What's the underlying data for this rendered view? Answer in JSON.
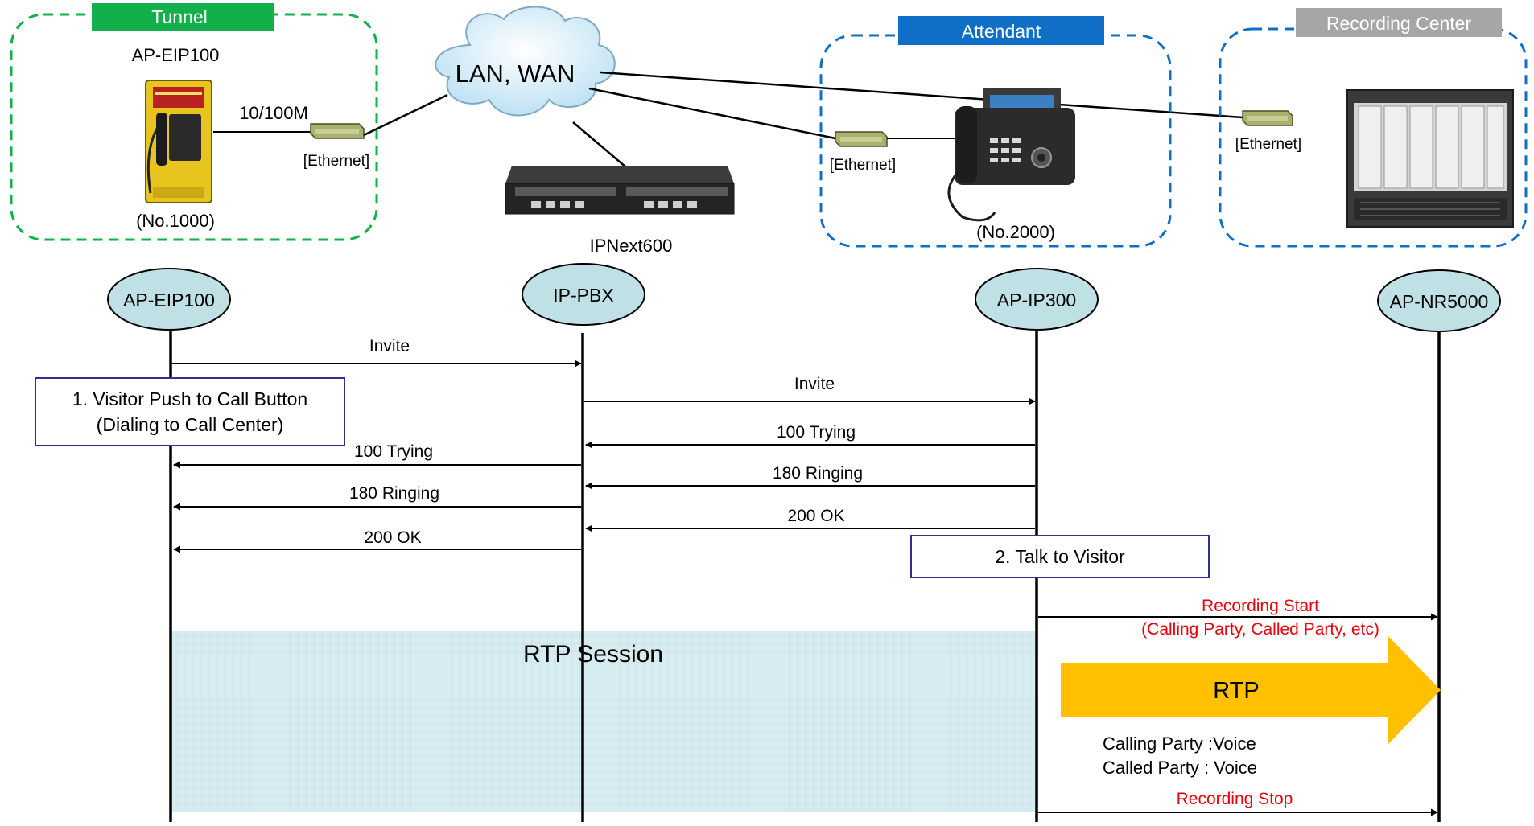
{
  "groups": {
    "tunnel": "Tunnel",
    "attendant": "Attendant",
    "recording_center": "Recording Center"
  },
  "colors": {
    "tunnel": "#11b04a",
    "attendant": "#0f6fc6",
    "recording_center": "#a6a6a6",
    "lifeline_head": "#bfe0e5",
    "rtp_session": "#d7ecf0",
    "rtp_arrow": "#ffc000",
    "red_text": "#e8000b",
    "note_border": "#2e3192"
  },
  "devices": {
    "door_phone_model": "AP-EIP100",
    "door_phone_number": "(No.1000)",
    "link_speed": "10/100M",
    "ethernet_1": "[Ethernet]",
    "ethernet_2": "[Ethernet]",
    "ethernet_3": "[Ethernet]",
    "network_cloud": "LAN, WAN",
    "pbx_model": "IPNext600",
    "ip_phone_number": "(No.2000)"
  },
  "lifelines": [
    "AP-EIP100",
    "IP-PBX",
    "AP-IP300",
    "AP-NR5000"
  ],
  "messages": {
    "invite_1": "Invite",
    "invite_2": "Invite",
    "trying_1": "100 Trying",
    "trying_2": "100 Trying",
    "ringing_1": "180 Ringing",
    "ringing_2": "180 Ringing",
    "ok_1": "200 OK",
    "ok_2": "200 OK",
    "recording_start": "Recording Start",
    "recording_start_detail": "(Calling Party, Called Party, etc)",
    "recording_stop": "Recording Stop"
  },
  "notes": {
    "step1_line1": "1. Visitor Push to Call Button",
    "step1_line2": "(Dialing to Call Center)",
    "step2": "2. Talk to Visitor"
  },
  "rtp": {
    "session": "RTP Session",
    "arrow": "RTP",
    "calling": "Calling Party :Voice",
    "called": "Called Party : Voice"
  }
}
